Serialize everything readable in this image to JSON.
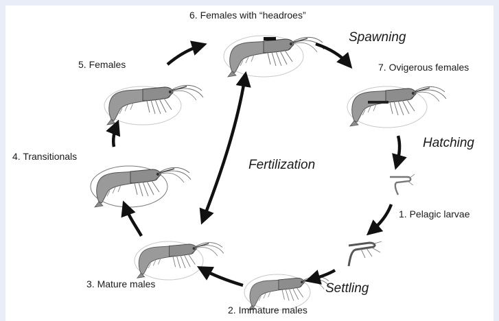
{
  "stages": [
    {
      "id": "pelagic-larvae",
      "label": "1. Pelagic larvae"
    },
    {
      "id": "immature-males",
      "label": "2. Immature males"
    },
    {
      "id": "mature-males",
      "label": "3. Mature males"
    },
    {
      "id": "transitionals",
      "label": "4. Transitionals"
    },
    {
      "id": "females",
      "label": "5. Females"
    },
    {
      "id": "females-headroes",
      "label": "6. Females with “headroes”"
    },
    {
      "id": "ovigerous-females",
      "label": "7. Ovigerous females"
    }
  ],
  "processes": {
    "spawning": "Spawning",
    "hatching": "Hatching",
    "settling": "Settling",
    "fertilization": "Fertilization"
  }
}
